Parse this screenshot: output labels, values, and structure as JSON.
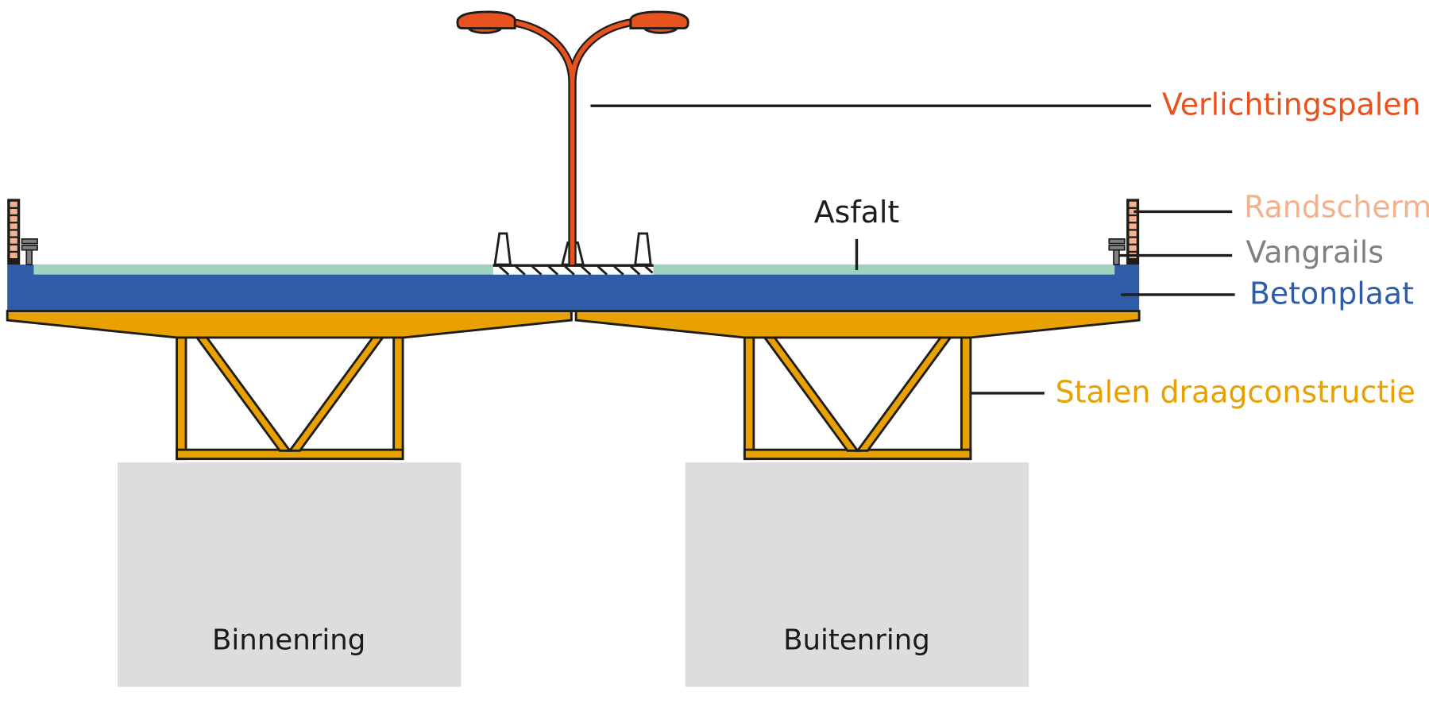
{
  "title": "Doorsnede brugdek",
  "colors": {
    "ink": "#1d1d1b",
    "lighting": "#e8521f",
    "screen": "#f5b08e",
    "guardrail": "#808080",
    "concrete": "#2e5ca8",
    "asphalt": "#9ed3bf",
    "steel": "#e8a100",
    "pier": "#dddddd"
  },
  "labels": {
    "lighting_poles": "Verlichtingspalen",
    "edge_screen": "Randscherm",
    "guardrails": "Vangrails",
    "concrete_slab": "Betonplaat",
    "steel_structure": "Stalen draagconstructie",
    "asphalt": "Asfalt"
  },
  "piers": {
    "inner": "Binnenring",
    "outer": "Buitenring"
  }
}
